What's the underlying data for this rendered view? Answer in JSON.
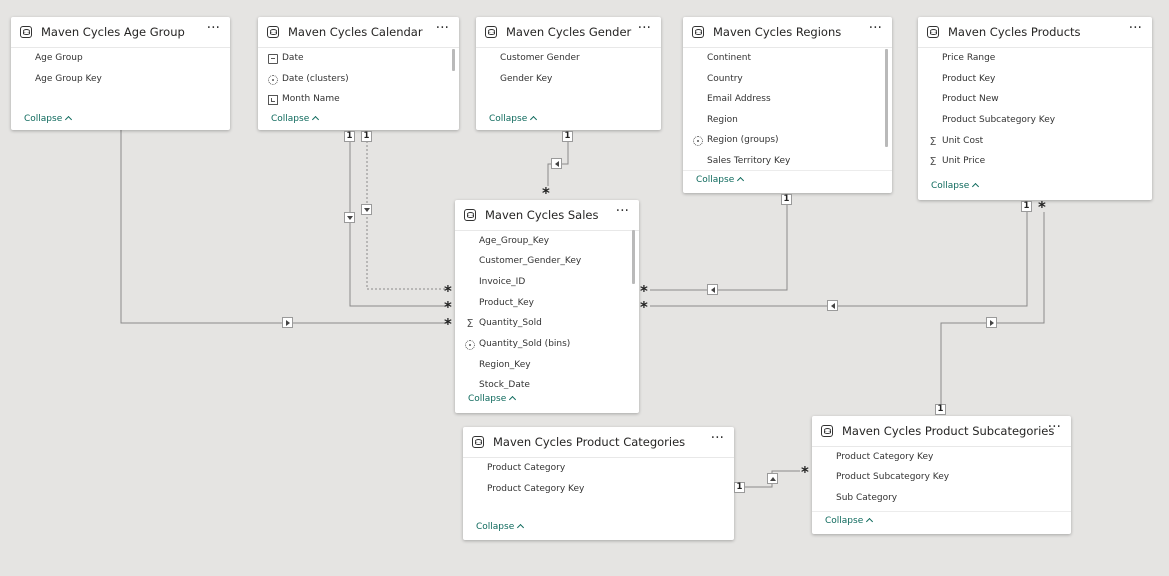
{
  "tables": {
    "age_group": {
      "title": "Maven Cycles Age Group",
      "fields": [
        {
          "label": "Age Group",
          "icon": "none"
        },
        {
          "label": "Age Group Key",
          "icon": "none"
        }
      ],
      "collapse": "Collapse"
    },
    "calendar": {
      "title": "Maven Cycles Calendar",
      "fields": [
        {
          "label": "Date",
          "icon": "date-icon"
        },
        {
          "label": "Date (clusters)",
          "icon": "cluster-icon"
        },
        {
          "label": "Month Name",
          "icon": "hierarchy-icon"
        }
      ],
      "collapse": "Collapse"
    },
    "gender": {
      "title": "Maven Cycles Gender",
      "fields": [
        {
          "label": "Customer Gender",
          "icon": "none"
        },
        {
          "label": "Gender Key",
          "icon": "none"
        }
      ],
      "collapse": "Collapse"
    },
    "regions": {
      "title": "Maven Cycles Regions",
      "fields": [
        {
          "label": "Continent",
          "icon": "none"
        },
        {
          "label": "Country",
          "icon": "none"
        },
        {
          "label": "Email Address",
          "icon": "none"
        },
        {
          "label": "Region",
          "icon": "none"
        },
        {
          "label": "Region (groups)",
          "icon": "cluster-icon"
        },
        {
          "label": "Sales Territory Key",
          "icon": "none"
        }
      ],
      "collapse": "Collapse"
    },
    "products": {
      "title": "Maven Cycles Products",
      "fields": [
        {
          "label": "Price Range",
          "icon": "none"
        },
        {
          "label": "Product Key",
          "icon": "none"
        },
        {
          "label": "Product New",
          "icon": "none"
        },
        {
          "label": "Product Subcategory Key",
          "icon": "none"
        },
        {
          "label": "Unit Cost",
          "icon": "sigma-icon"
        },
        {
          "label": "Unit Price",
          "icon": "sigma-icon"
        }
      ],
      "collapse": "Collapse"
    },
    "sales": {
      "title": "Maven Cycles Sales",
      "fields": [
        {
          "label": "Age_Group_Key",
          "icon": "none"
        },
        {
          "label": "Customer_Gender_Key",
          "icon": "none"
        },
        {
          "label": "Invoice_ID",
          "icon": "none"
        },
        {
          "label": "Product_Key",
          "icon": "none"
        },
        {
          "label": "Quantity_Sold",
          "icon": "sigma-icon"
        },
        {
          "label": "Quantity_Sold (bins)",
          "icon": "cluster-icon"
        },
        {
          "label": "Region_Key",
          "icon": "none"
        },
        {
          "label": "Stock_Date",
          "icon": "none"
        }
      ],
      "collapse": "Collapse"
    },
    "categories": {
      "title": "Maven Cycles Product Categories",
      "fields": [
        {
          "label": "Product Category",
          "icon": "none"
        },
        {
          "label": "Product Category Key",
          "icon": "none"
        }
      ],
      "collapse": "Collapse"
    },
    "subcategories": {
      "title": "Maven Cycles Product Subcategories",
      "fields": [
        {
          "label": "Product Category Key",
          "icon": "none"
        },
        {
          "label": "Product Subcategory Key",
          "icon": "none"
        },
        {
          "label": "Sub Category",
          "icon": "none"
        }
      ],
      "collapse": "Collapse"
    }
  },
  "more_icon": "more-options-icon",
  "cardinality": {
    "one": "1",
    "many": "*"
  },
  "colors": {
    "canvas": "#e5e4e2",
    "card": "#ffffff",
    "link": "#0f6a5d",
    "line": "#8a8a8a"
  }
}
